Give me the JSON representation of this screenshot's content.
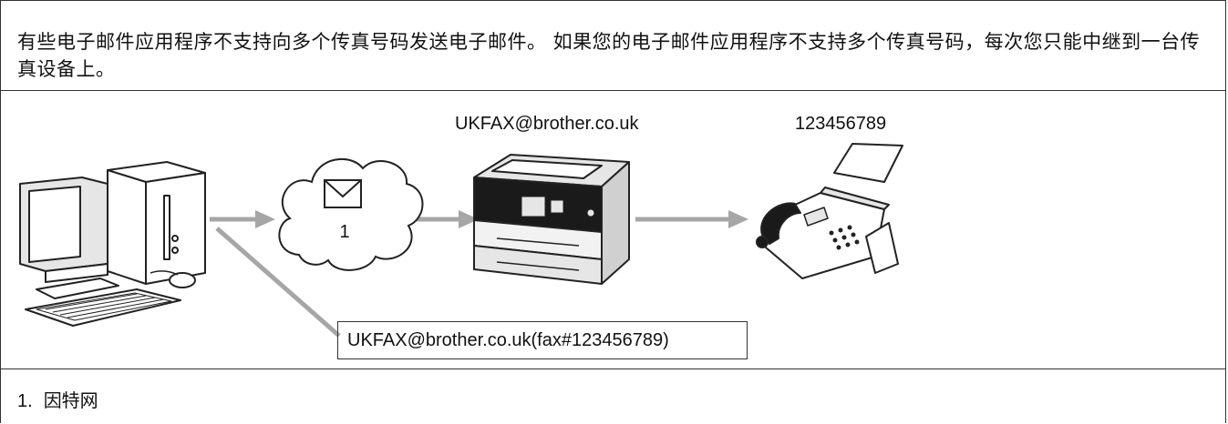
{
  "intro_text": "有些电子邮件应用程序不支持向多个传真号码发送电子邮件。 如果您的电子邮件应用程序不支持多个传真号码，每次您只能中继到一台传真设备上。",
  "diagram": {
    "mfp_email": "UKFAX@brother.co.uk",
    "fax_number": "123456789",
    "cloud_label": "1",
    "address_box": "UKFAX@brother.co.uk(fax#123456789)"
  },
  "notes": [
    {
      "num": "1.",
      "text": "因特网"
    }
  ],
  "colors": {
    "arrow": "#a6a6a6",
    "border": "#333333",
    "device_light": "#e6e6e6",
    "device_dark": "#1a1a1a"
  }
}
